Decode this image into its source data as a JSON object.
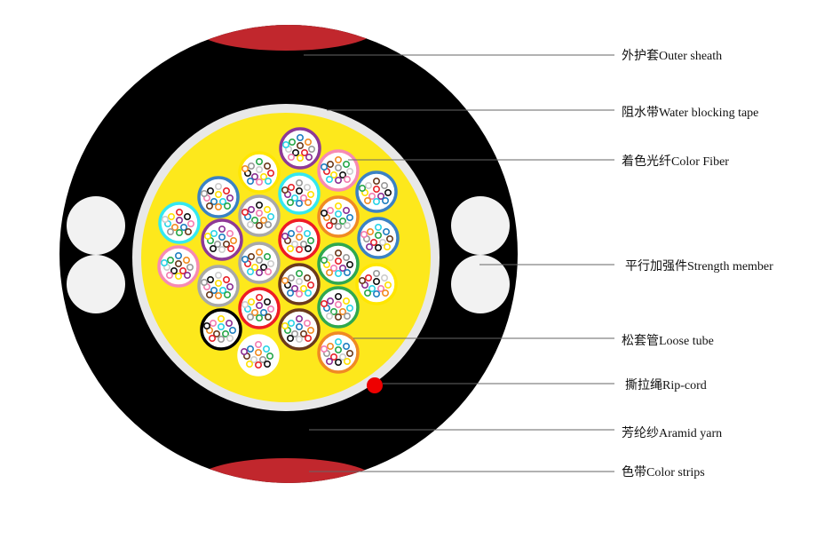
{
  "labels": {
    "outer_sheath": "外护套Outer sheath",
    "water_blocking_tape": "阻水带Water blocking tape",
    "color_fiber": "着色光纤Color Fiber",
    "strength_member": "平行加强件Strength member",
    "loose_tube": "松套管Loose tube",
    "rip_cord": "撕拉绳Rip-cord",
    "aramid_yarn": "芳纶纱Aramid yarn",
    "color_strips": "色带Color strips"
  },
  "colors": {
    "sheath": "#000000",
    "color_strip": "#c1272d",
    "water_blocking_tape": "#e8e8e8",
    "core_filling": "#fde81c",
    "strength_member": "#f2f2f2",
    "rip_cord": "#ee0000",
    "tube_palette": [
      "#3b82c4",
      "#f08a24",
      "#2fa84f",
      "#6b3a1c",
      "#a8a8a8",
      "#ffffff",
      "#ee1c25",
      "#000000",
      "#ffe600",
      "#8e3a96",
      "#f68ab4",
      "#35e8f0"
    ],
    "fiber_palette": [
      "#1f7fc1",
      "#f28c22",
      "#27a74a",
      "#6b3a1c",
      "#9a9a9a",
      "#ffffff",
      "#e8222a",
      "#111111",
      "#ffe000",
      "#8b2f93",
      "#f47cb0",
      "#2ad4e6"
    ]
  },
  "loose_tubes": [
    {
      "color": "#8e3a96"
    },
    {
      "color": "#f68ab4"
    },
    {
      "color": "#ffe600"
    },
    {
      "color": "#3b82c4"
    },
    {
      "color": "#35e8f0"
    },
    {
      "color": "#3b82c4"
    },
    {
      "color": "#35e8f0"
    },
    {
      "color": "#a8a8a8"
    },
    {
      "color": "#f08a24"
    },
    {
      "color": "#8e3a96"
    },
    {
      "color": "#ee1c25"
    },
    {
      "color": "#3b82c4"
    },
    {
      "color": "#f68ab4"
    },
    {
      "color": "#a8a8a8"
    },
    {
      "color": "#6b3a1c"
    },
    {
      "color": "#2fa84f"
    },
    {
      "color": "#ffe600"
    },
    {
      "color": "#a8a8a8"
    },
    {
      "color": "#ee1c25"
    },
    {
      "color": "#2fa84f"
    },
    {
      "color": "#000000"
    },
    {
      "color": "#6b3a1c"
    },
    {
      "color": "#ffffff"
    },
    {
      "color": "#f08a24"
    }
  ]
}
